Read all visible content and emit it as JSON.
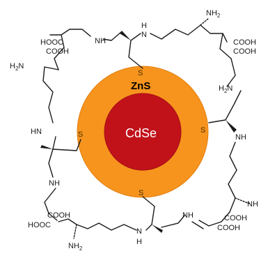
{
  "particle": {
    "shell_label": "ZnS",
    "core_label": "CdSe",
    "shell_color": "#f7941d",
    "core_color": "#c1121a",
    "thiol_label": "S"
  },
  "groups": {
    "cooh": "COOH",
    "hooc": "HOOC",
    "nh": "NH",
    "n": "N",
    "h": "H",
    "nh2_main": "NH",
    "nh2_sub": "2",
    "h2n_main": "H",
    "h2n_sub": "2",
    "h2n_n": "N"
  }
}
